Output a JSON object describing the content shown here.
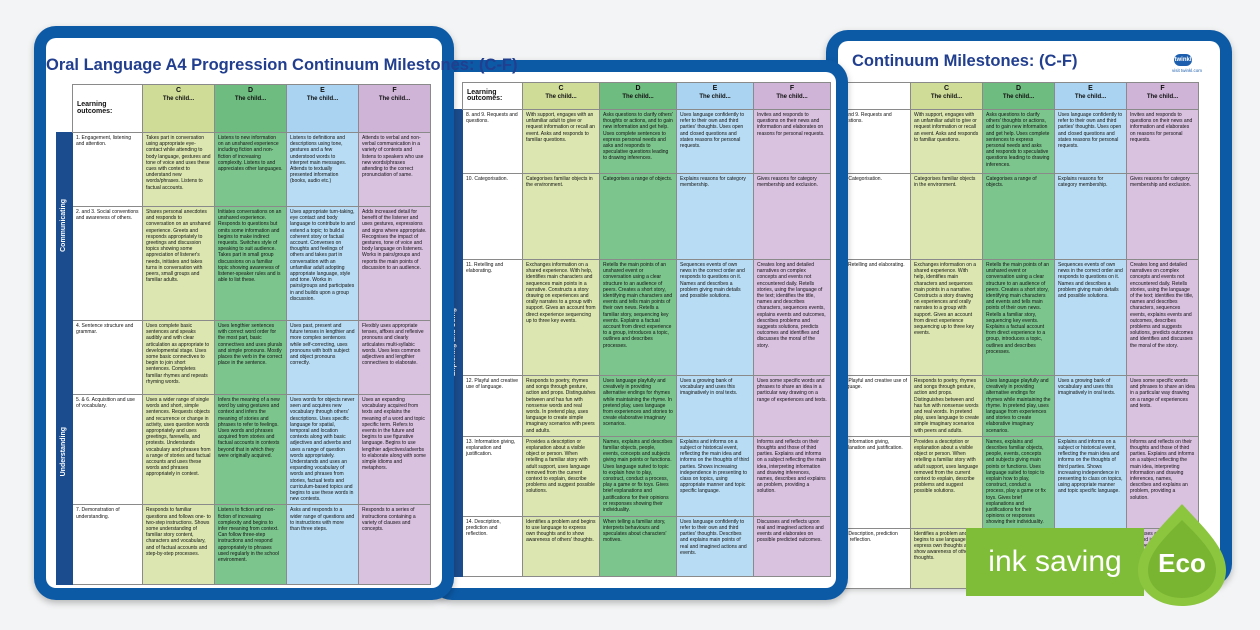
{
  "title": "Oral Language A4 Progression Continuum Milestones: (C-F)",
  "title_partial": "Continuum Milestones: (C-F)",
  "logo": {
    "name": "twinkl",
    "sub": "visit twinkl.com"
  },
  "headers": {
    "outcomes": "Learning outcomes:",
    "cols": [
      {
        "letter": "C",
        "sub": "The child..."
      },
      {
        "letter": "D",
        "sub": "The child..."
      },
      {
        "letter": "E",
        "sub": "The child..."
      },
      {
        "letter": "F",
        "sub": "The child..."
      }
    ]
  },
  "sheet1": {
    "strands": [
      "Communicating",
      "Understanding"
    ],
    "rows": [
      {
        "outcome": "1. Engagement, listening and attention.",
        "C": "Takes part in conversation using appropriate eye-contact while attending to body language, gestures and tone of voice and uses these cues with context to understand new words/phrases. Listens to factual accounts.",
        "D": "Listens to new information on an unshared experience including fiction and non-fiction of increasing complexity. Listens to and appreciates other languages.",
        "E": "Listens to definitions and descriptions using tone, gestures and a few understood words to interpret main messages. Attends to textually presented information (books, audio etc.)",
        "F": "Attends to verbal and non-verbal communication in a variety of contexts and listens to speakers who use new words/phrases attending to the correct pronunciation of same."
      },
      {
        "outcome": "2. and 3. Social conventions and awareness of others.",
        "C": "Shares personal anecdotes and responds to conversation on an unshared experience. Greets and responds appropriately to greetings and discussion topics showing some appreciation of listener's needs, initiates and takes turns in conversation with peers, small groups and familiar adults.",
        "D": "Initiates conversations on an unshared experience. Responds to questions but omits some information and begins to make indirect requests. Switches style of speaking to suit audience. Takes part in small group discussions on a familiar topic showing awareness of listener-speaker rules and is able to list these.",
        "E": "Uses appropriate turn-taking, eye contact and body language to contribute to and extend a topic; to build a coherent story or factual account. Converses on thoughts and feelings of others and takes part in conversation with an unfamiliar adult adopting appropriate language, style and tone. Works in pairs/groups and participates in and builds upon a group discussion.",
        "F": "Adds increased detail for benefit of the listener and uses gestures, expressions and signs where appropriate. Recognises the impact of gestures, tone of voice and body language on listeners. Works in pairs/groups and reports the main points of discussion to an audience."
      },
      {
        "outcome": "4. Sentence structure and grammar.",
        "C": "Uses complete basic sentences and speaks audibly and with clear articulation as appropriate to developmental stage. Uses some basic connectives to begin to join short sentences. Completes familiar rhymes and repeats rhyming words.",
        "D": "Uses lengthier sentences with correct word order for the most part, basic connectives and uses plurals and simple pronouns. Mostly places the verb in the correct place in the sentence.",
        "E": "Uses past, present and future tenses in lengthier and more complex sentences while self-correcting, uses pronouns with both subject and object pronouns correctly.",
        "F": "Flexibly uses appropriate tenses, affixes and reflexive pronouns and clearly articulates multi-syllabic words. Uses less common adjectives and lengthier connectives to elaborate."
      },
      {
        "outcome": "5. & 6. Acquisition and use of vocabulary.",
        "C": "Uses a wider range of single words and short, simple sentences. Requests objects and recurrence or change in activity, uses question words appropriately and uses greetings, farewells, and protests. Understands vocabulary and phrases from a range of stories and factual accounts and uses these words and phrases appropriately in context.",
        "D": "Infers the meaning of a new word by using gestures and context and infers the meaning of stories and phrases to refer to feelings. Uses words and phrases acquired from stories and factual accounts in contexts beyond that in which they were originally acquired.",
        "E": "Uses words for objects never seen and acquires new vocabulary through others' descriptions. Uses specific language for spatial, temporal and location contexts along with basic adjectives and adverbs and uses a range of question words appropriately. Understands and uses an expanding vocabulary of words and phrases from stories, factual texts and curriculum-based topics and begins to use these words in new contexts.",
        "F": "Uses an expanding vocabulary acquired from texts and explains the meaning of a word and topic specific term. Refers to events in the future and begins to use figurative language. Begins to use lengthier adjectives/adverbs to elaborate along with some simple idioms and metaphors."
      },
      {
        "outcome": "7. Demonstration of understanding.",
        "C": "Responds to familiar questions and follows one- to two-step instructions. Shows some understanding of familiar story content, characters and vocabulary, and of factual accounts and step-by-step processes.",
        "D": "Listens to fiction and non-fiction of increasing complexity and begins to infer meaning from context. Can follow three-step instructions and respond appropriately to phrases used regularly in the school environment.",
        "E": "Asks and responds to a wider range of questions and to instructions with more than three steps.",
        "F": "Responds to a series of instructions containing a variety of clauses and concepts."
      }
    ]
  },
  "sheet2": {
    "strand": "Exploring and Using",
    "rows": [
      {
        "outcome": "8. and 9. Requests and questions.",
        "C": "With support, engages with an unfamiliar adult to give or request information or recall an event. Asks and responds to familiar questions.",
        "D": "Asks questions to clarify others' thoughts or actions, and to gain new information and get help. Uses complete sentences to express personal needs and asks and responds to speculative questions leading to drawing inferences.",
        "E": "Uses language confidently to refer to their own and third parties' thoughts. Uses open and closed questions and states reasons for personal requests.",
        "F": "Invites and responds to questions on their news and information and elaborates on reasons for personal requests."
      },
      {
        "outcome": "10. Categorisation.",
        "C": "Categorises familiar objects in the environment.",
        "D": "Categorises a range of objects.",
        "E": "Explains reasons for category membership.",
        "F": "Gives reasons for category membership and exclusion."
      },
      {
        "outcome": "11. Retelling and elaborating.",
        "C": "Exchanges information on a shared experience. With help, identifies main characters and sequences main points in a narrative. Constructs a story drawing on experiences and orally narrates to a group with support. Gives an account from direct experience sequencing up to three key events.",
        "D": "Retells the main points of an unshared event or conversation using a clear structure to an audience of peers. Creates a short story, identifying main characters and events and tells main points of their own news. Retells a familiar story, sequencing key events. Explains a factual account from direct experience to a group, introduces a topic, outlines and describes processes.",
        "E": "Sequences events of own news in the correct order and responds to questions on it. Names and describes a problem giving main details and possible solutions.",
        "F": "Creates long and detailed narratives on complex concepts and events not encountered daily. Retells stories, using the language of the text; identifies the title, names and describes characters, sequences events, explains events and outcomes, describes problems and suggests solutions, predicts outcomes and identifies and discusses the moral of the story."
      },
      {
        "outcome": "12. Playful and creative use of language.",
        "C": "Responds to poetry, rhymes and songs through gesture, action and props. Distinguishes between and has fun with nonsense words and real words. In pretend play, uses language to create simple imaginary scenarios with peers and adults.",
        "D": "Uses language playfully and creatively in providing alternative endings for rhymes while maintaining the rhyme. In pretend play, uses language from experiences and stories to create elaborative imaginary scenarios.",
        "E": "Uses a growing bank of vocabulary and uses this imaginatively in oral texts.",
        "F": "Uses some specific words and phrases to share an idea in a particular way drawing on a range of experiences and texts."
      },
      {
        "outcome": "13. Information giving, explanation and justification.",
        "C": "Provides a description or explanation about a visible object or person. When retelling a familiar story with adult support, uses language removed from the current context to explain, describe problems and suggest possible solutions.",
        "D": "Names, explains and describes familiar objects, people, events, concepts and subjects giving main points or functions. Uses language suited to topic to explain how to play, construct, conduct a process, play a game or fix toys. Gives brief explanations and justifications for their opinions or responses showing their individuality.",
        "E": "Explains and informs on a subject or historical event, reflecting the main idea and informs on the thoughts of third parties. Shows increasing independence in presenting to class on topics, using appropriate manner and topic specific language.",
        "F": "Informs and reflects on their thoughts and those of third parties. Explains and informs on a subject reflecting the main idea, interpreting information and drawing inferences, names, describes and explains an problem, providing a solution."
      },
      {
        "outcome": "14. Description, prediction and reflection.",
        "C": "Identifies a problem and begins to use language to express own thoughts and to show awareness of others' thoughts.",
        "D": "When telling a familiar story, interprets behaviours and speculates about characters' motives.",
        "E": "Uses language confidently to refer to their own and third parties' thoughts. Describes and explains main points of real and imagined actions and events.",
        "F": "Discusses and reflects upon real and imagined actions and events and elaborates on possible predicted outcomes."
      }
    ]
  },
  "eco": {
    "label": "ink saving",
    "badge": "Eco"
  },
  "colors": {
    "frame": "#0c5aa6",
    "title": "#223f8f",
    "strand": "#1b4c8d",
    "colC": "#dbe6b0",
    "colD": "#7cc58d",
    "colE": "#b8dcf3",
    "colF": "#d9c1e0",
    "eco": "#7fbd38"
  }
}
